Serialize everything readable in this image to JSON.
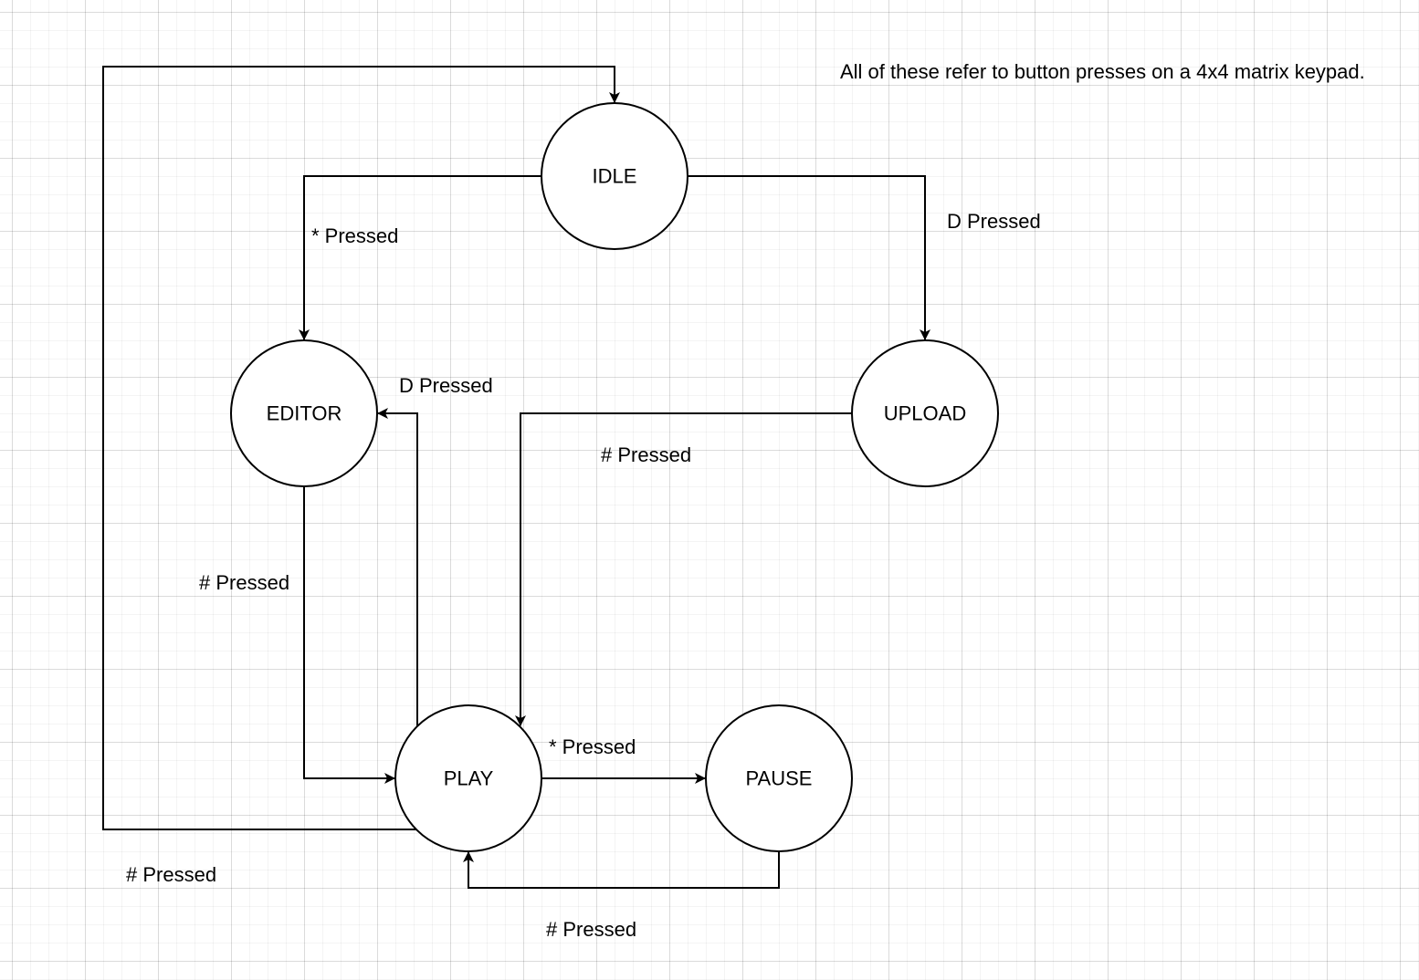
{
  "note": "All of these refer to button presses on a 4x4 matrix keypad.",
  "nodes": {
    "idle": "IDLE",
    "editor": "EDITOR",
    "upload": "UPLOAD",
    "play": "PLAY",
    "pause": "PAUSE"
  },
  "edges": {
    "idle_to_editor": "* Pressed",
    "idle_to_upload": "D Pressed",
    "play_to_editor": "D Pressed",
    "upload_to_play": "# Pressed",
    "editor_to_play": "# Pressed",
    "play_to_pause": "* Pressed",
    "play_to_idle": "# Pressed",
    "pause_to_play": "# Pressed"
  }
}
